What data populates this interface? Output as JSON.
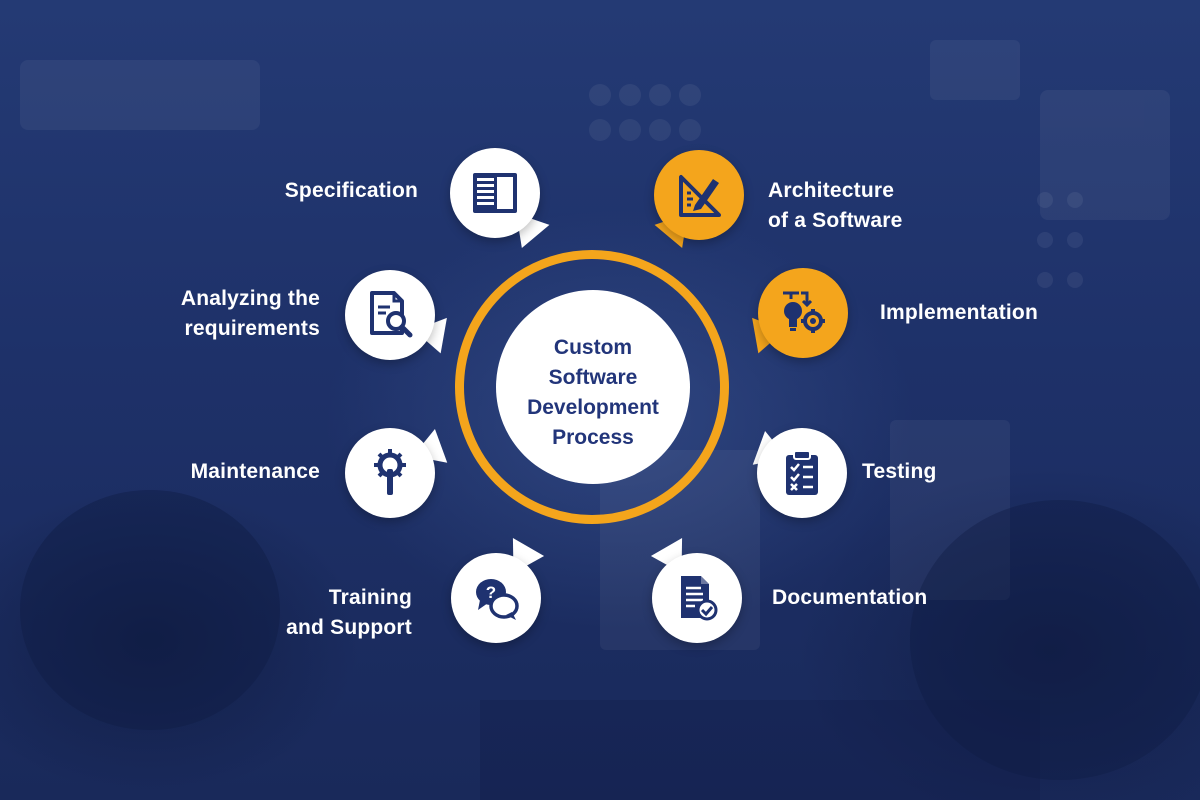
{
  "center": {
    "lines": [
      "Custom",
      "Software",
      "Development",
      "Process"
    ]
  },
  "steps": [
    {
      "label_lines": [
        "Specification"
      ],
      "icon": "document-columns-icon"
    },
    {
      "label_lines": [
        "Architecture",
        "of a Software"
      ],
      "icon": "ruler-pencil-icon"
    },
    {
      "label_lines": [
        "Analyzing the",
        "requirements"
      ],
      "icon": "document-search-icon"
    },
    {
      "label_lines": [
        "Implementation"
      ],
      "icon": "lightbulb-gears-icon"
    },
    {
      "label_lines": [
        "Maintenance"
      ],
      "icon": "gear-wrench-icon"
    },
    {
      "label_lines": [
        "Testing"
      ],
      "icon": "clipboard-checklist-icon"
    },
    {
      "label_lines": [
        "Training",
        "and Support"
      ],
      "icon": "question-chat-icon"
    },
    {
      "label_lines": [
        "Documentation"
      ],
      "icon": "document-check-icon"
    }
  ],
  "colors": {
    "background": "#1e3169",
    "accent": "#f4a51c",
    "node_white": "#ffffff",
    "center_text": "#22357a",
    "icon_navy": "#1f3270"
  }
}
